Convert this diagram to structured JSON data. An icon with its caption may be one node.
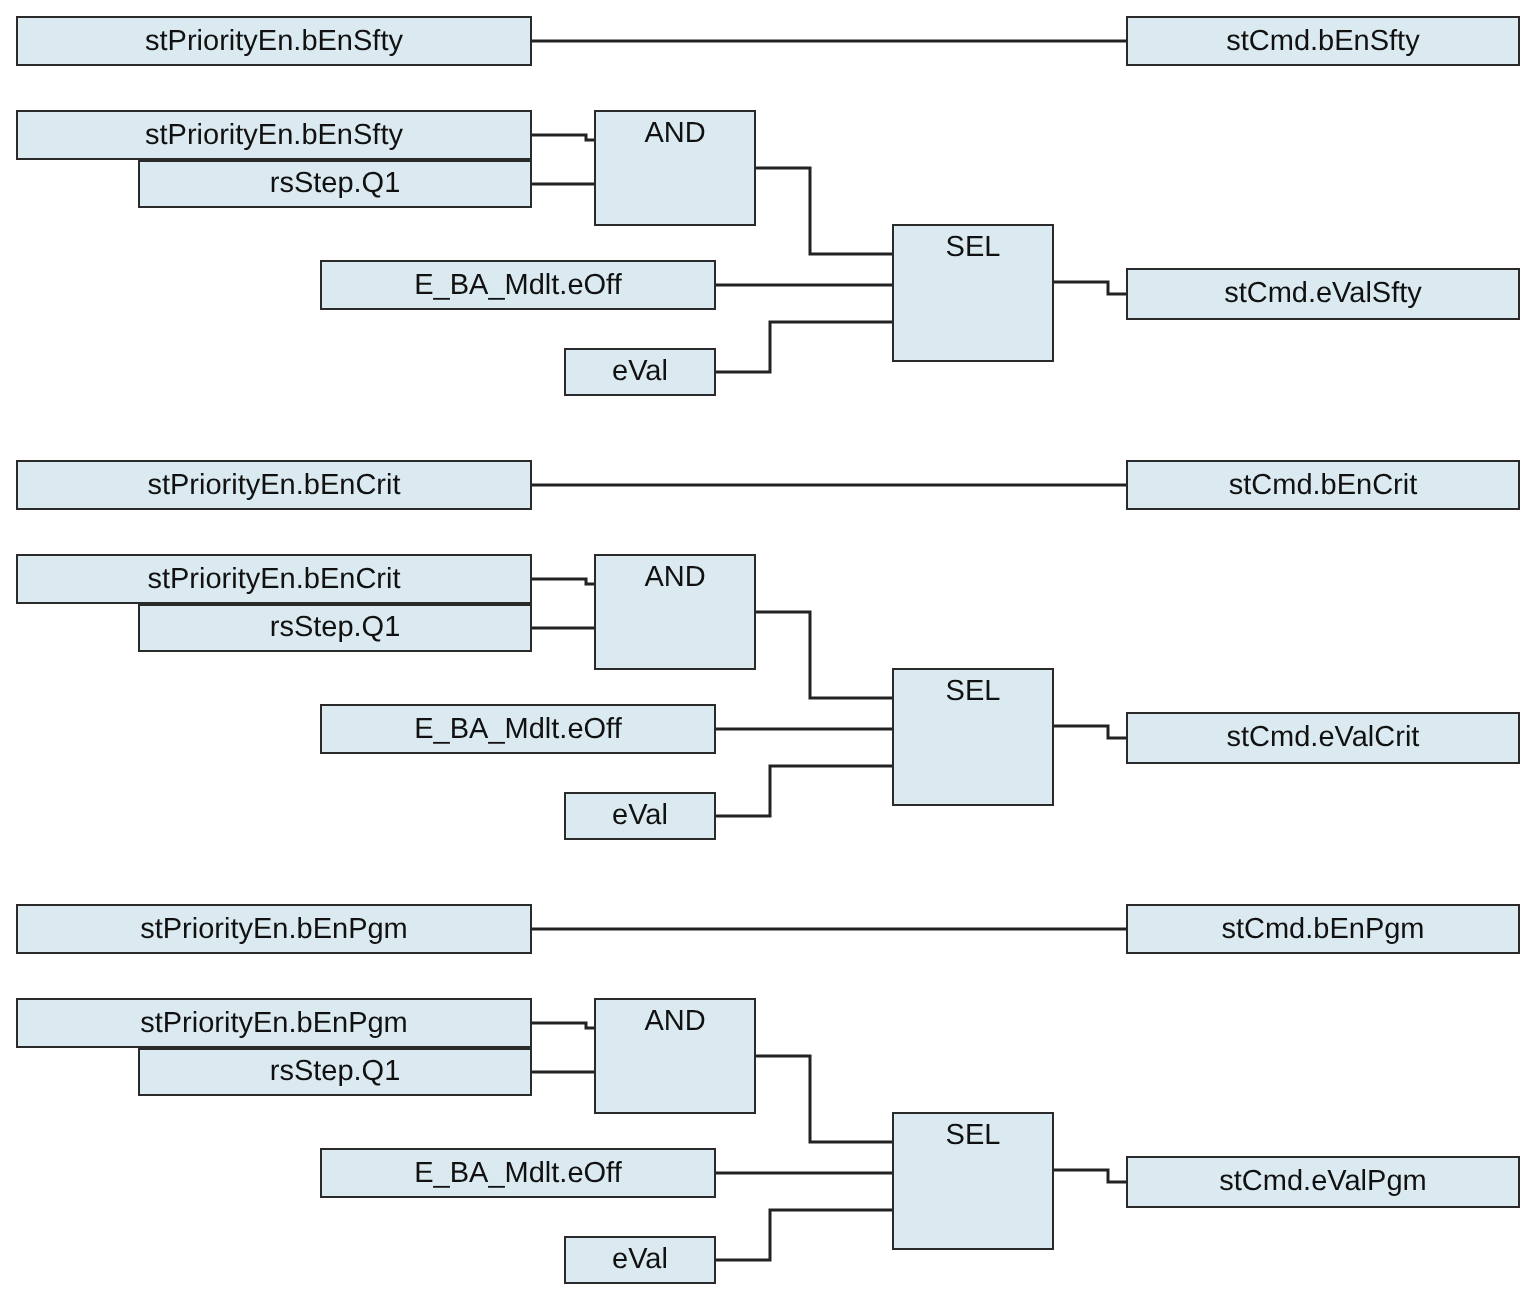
{
  "diagram": {
    "nodes": [
      {
        "text": [
          "stPriorityEn.bEnSfty"
        ]
      },
      {
        "text": [
          "stCmd.bEnSfty"
        ]
      },
      {
        "text": [
          "stPriorityEn.bEnSfty"
        ]
      },
      {
        "text": [
          "AND"
        ]
      },
      {
        "text": [
          "rsStep.Q1"
        ]
      },
      {
        "text": [
          "SEL"
        ]
      },
      {
        "text": [
          "E_BA_Mdlt.eOff"
        ]
      },
      {
        "text": [
          "stCmd.eValSfty"
        ]
      },
      {
        "text": [
          "eVal"
        ]
      },
      {
        "text": [
          "stPriorityEn.bEnCrit"
        ]
      },
      {
        "text": [
          "stCmd.bEnCrit"
        ]
      },
      {
        "text": [
          "stPriorityEn.bEnCrit"
        ]
      },
      {
        "text": [
          "AND"
        ]
      },
      {
        "text": [
          "rsStep.Q1"
        ]
      },
      {
        "text": [
          "SEL"
        ]
      },
      {
        "text": [
          "E_BA_Mdlt.eOff"
        ]
      },
      {
        "text": [
          "stCmd.eValCrit"
        ]
      },
      {
        "text": [
          "eVal"
        ]
      },
      {
        "text": [
          "stPriorityEn.bEnPgm"
        ]
      },
      {
        "text": [
          "stCmd.bEnPgm"
        ]
      },
      {
        "text": [
          "stPriorityEn.bEnPgm"
        ]
      },
      {
        "text": [
          "AND"
        ]
      },
      {
        "text": [
          "rsStep.Q1"
        ]
      },
      {
        "text": [
          "SEL"
        ]
      },
      {
        "text": [
          "E_BA_Mdlt.eOff"
        ]
      },
      {
        "text": [
          "stCmd.eValPgm"
        ]
      },
      {
        "text": [
          "eVal"
        ]
      }
    ],
    "edges": [
      {
        "from": 0,
        "to": 1,
        "arrow": "none"
      },
      {
        "from": 2,
        "to": 3,
        "arrow": "none"
      },
      {
        "from": 4,
        "to": 3,
        "arrow": "none"
      },
      {
        "from": 3,
        "to": 5,
        "arrow": "none"
      },
      {
        "from": 6,
        "to": 5,
        "arrow": "none"
      },
      {
        "from": 8,
        "to": 5,
        "arrow": "none"
      },
      {
        "from": 5,
        "to": 7,
        "arrow": "none"
      },
      {
        "from": 9,
        "to": 10,
        "arrow": "none"
      },
      {
        "from": 11,
        "to": 12,
        "arrow": "none"
      },
      {
        "from": 13,
        "to": 12,
        "arrow": "none"
      },
      {
        "from": 12,
        "to": 14,
        "arrow": "none"
      },
      {
        "from": 15,
        "to": 14,
        "arrow": "none"
      },
      {
        "from": 17,
        "to": 14,
        "arrow": "none"
      },
      {
        "from": 14,
        "to": 16,
        "arrow": "none"
      },
      {
        "from": 18,
        "to": 19,
        "arrow": "none"
      },
      {
        "from": 20,
        "to": 21,
        "arrow": "none"
      },
      {
        "from": 22,
        "to": 21,
        "arrow": "none"
      },
      {
        "from": 21,
        "to": 23,
        "arrow": "none"
      },
      {
        "from": 24,
        "to": 23,
        "arrow": "none"
      },
      {
        "from": 26,
        "to": 23,
        "arrow": "none"
      },
      {
        "from": 23,
        "to": 25,
        "arrow": "none"
      }
    ]
  }
}
